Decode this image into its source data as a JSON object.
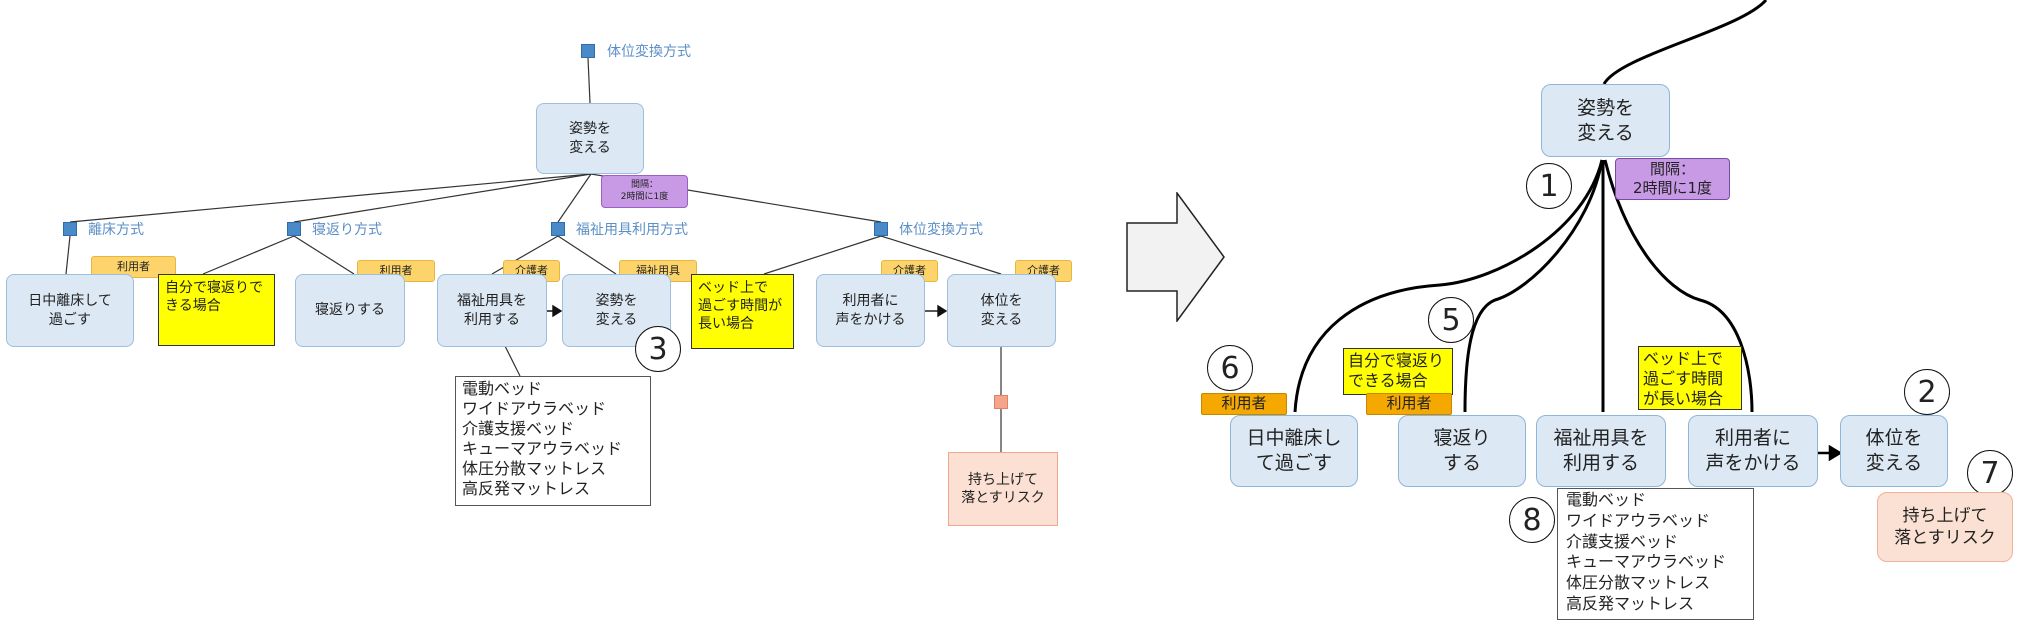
{
  "left": {
    "root_label": "体位変換方式",
    "root_node": "姿勢を\n変える",
    "interval": "間隔：\n2時間に1度",
    "methods": [
      "離床方式",
      "寝返り方式",
      "福祉用具利用方式",
      "体位変換方式"
    ],
    "nodes": {
      "rishou": "日中離床して\n過ごす",
      "negaeri_note": "自分で寝返りで\nきる場合",
      "negaeri": "寝返りする",
      "fukushi": "福祉用具を\n利用する",
      "shisei": "姿勢を\n変える",
      "bed_note": "ベッド上で\n過ごす時間が\n長い場合",
      "koe": "利用者に\n声をかける",
      "taii": "体位を\n変える",
      "risk": "持ち上げて\n落とすリスク"
    },
    "tags": {
      "riyousha1": "利用者",
      "riyousha2": "利用者",
      "kaigosha1": "介護者",
      "fukushiyougu": "福祉用具",
      "kaigosha2": "介護者",
      "kaigosha3": "介護者"
    },
    "equipment": "電動ベッド\nワイドアウラベッド\n介護支援ベッド\nキューマアウラベッド\n体圧分散マットレス\n高反発マットレス",
    "num3": "3"
  },
  "right": {
    "root_node": "姿勢を\n変える",
    "interval": "間隔：\n2時間に1度",
    "nodes": {
      "rishou": "日中離床し\nて過ごす",
      "negaeri": "寝返り\nする",
      "fukushi": "福祉用具を\n利用する",
      "koe": "利用者に\n声をかける",
      "taii": "体位を\n変える",
      "risk": "持ち上げて\n落とすリスク"
    },
    "negaeri_note": "自分で寝返り\nできる場合",
    "bed_note": "ベッド上で\n過ごす時間\nが長い場合",
    "tags": {
      "riyousha1": "利用者",
      "riyousha2": "利用者"
    },
    "equipment": "電動ベッド\nワイドアウラベッド\n介護支援ベッド\nキューマアウラベッド\n体圧分散マットレス\n高反発マットレス",
    "nums": [
      "1",
      "2",
      "5",
      "6",
      "7",
      "8"
    ]
  }
}
